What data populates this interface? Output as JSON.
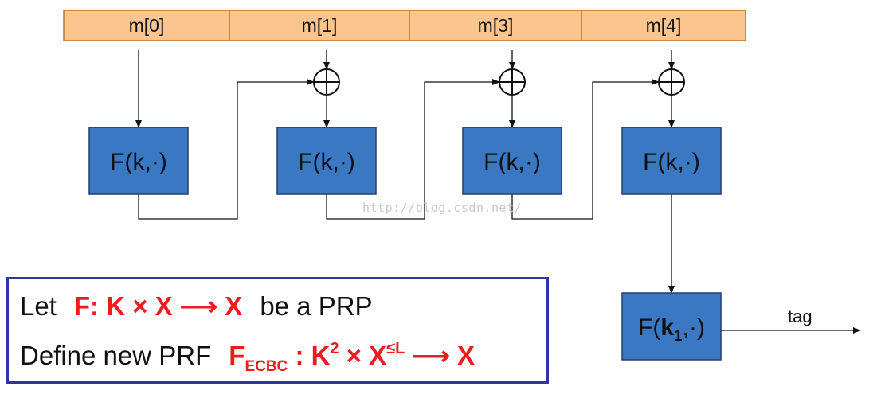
{
  "diagram": {
    "message_blocks": [
      {
        "label": "m[0]",
        "has_xor": false
      },
      {
        "label": "m[1]",
        "has_xor": true
      },
      {
        "label": "m[3]",
        "has_xor": true
      },
      {
        "label": "m[4]",
        "has_xor": true
      }
    ],
    "prf_label": "F(k,·)",
    "final_prf": {
      "prefix": "F(",
      "key": "k",
      "key_sub": "1",
      "suffix": ",·)"
    },
    "output_label": "tag",
    "xor_symbol": "⊕",
    "watermark": "http://blog.csdn.net/"
  },
  "definition": {
    "line1": {
      "text_a": "Let",
      "formula": "F: K × X ⟶ X",
      "text_b": "be a PRP"
    },
    "line2": {
      "text_a": "Define new PRF",
      "f": "F",
      "f_sub": "ECBC",
      "colon": " : K",
      "k_sup": "2",
      "times": " × X",
      "x_sup": "≤L",
      "arrow": " ⟶ X"
    }
  },
  "colors": {
    "message_fill": "#fbc590",
    "message_stroke": "#c5712a",
    "prf_fill": "#3a78c4",
    "prf_stroke": "#1f3f72",
    "formula_red": "#ee1c1c",
    "box_border": "#2e35a8"
  }
}
